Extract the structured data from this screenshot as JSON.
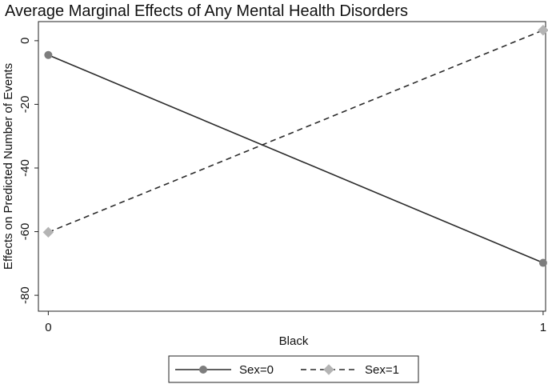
{
  "chart_data": {
    "type": "line",
    "title": "Average Marginal Effects of Any Mental Health Disorders",
    "xlabel": "Black",
    "ylabel": "Effects on Predicted Number of Events",
    "x": [
      0,
      1
    ],
    "x_ticks": [
      "0",
      "1"
    ],
    "y_ticks": [
      0,
      -20,
      -40,
      -60,
      -80
    ],
    "ylim": [
      -85,
      6
    ],
    "xlim": [
      -0.02,
      1.005
    ],
    "grid": false,
    "legend_position": "bottom",
    "series": [
      {
        "name": "Sex=0",
        "values": [
          -4.5,
          -69.8
        ],
        "line": "solid",
        "marker": "circle",
        "color": "#2b2b2b",
        "marker_color": "#7d7d7d"
      },
      {
        "name": "Sex=1",
        "values": [
          -60.2,
          3.3
        ],
        "line": "dashed",
        "marker": "diamond",
        "color": "#2b2b2b",
        "marker_color": "#b4b4b4"
      }
    ]
  }
}
